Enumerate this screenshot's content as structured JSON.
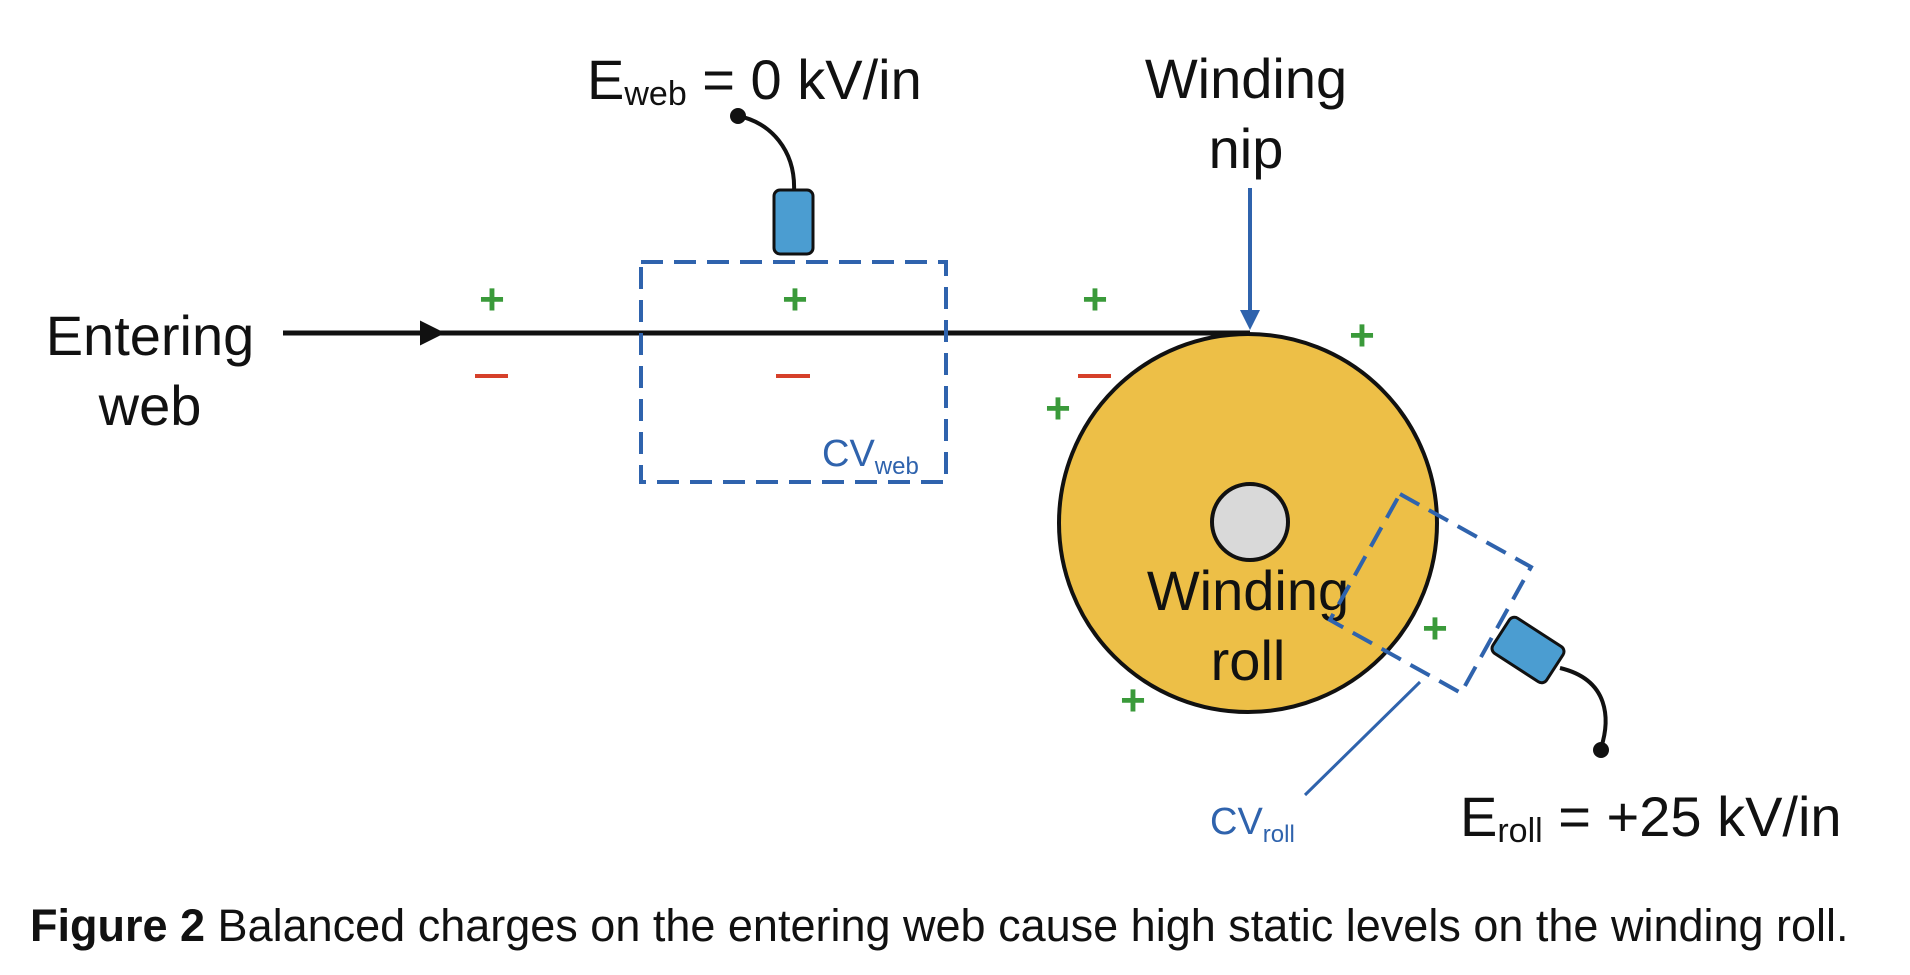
{
  "labels": {
    "entering_web_line1": "Entering",
    "entering_web_line2": "web",
    "e_web_symbol": "E",
    "e_web_subscript": "web",
    "e_web_value": " = 0 kV/in",
    "winding_nip_line1": "Winding",
    "winding_nip_line2": "nip",
    "winding_roll_line1": "Winding",
    "winding_roll_line2": "roll",
    "cv_web_symbol": "CV",
    "cv_web_subscript": "web",
    "cv_roll_symbol": "CV",
    "cv_roll_subscript": "roll",
    "e_roll_symbol": "E",
    "e_roll_subscript": "roll",
    "e_roll_value": " = +25 kV/in",
    "plus_sign": "+"
  },
  "caption": {
    "label": "Figure 2",
    "text": " Balanced charges on the entering web cause high static levels on the winding roll."
  },
  "colors": {
    "web_line": "#111111",
    "nip_arrow": "#2f63ad",
    "dashed_box": "#2f63ad",
    "roll_fill": "#edbf47",
    "core_fill": "#d9d9d9",
    "sensor_fill": "#4b9dd1",
    "positive_charge": "#3a9a3a",
    "negative_charge": "#d6402a"
  },
  "icons": {
    "sensor_web": "electrostatic-fieldmeter-icon",
    "sensor_roll": "electrostatic-fieldmeter-icon"
  }
}
